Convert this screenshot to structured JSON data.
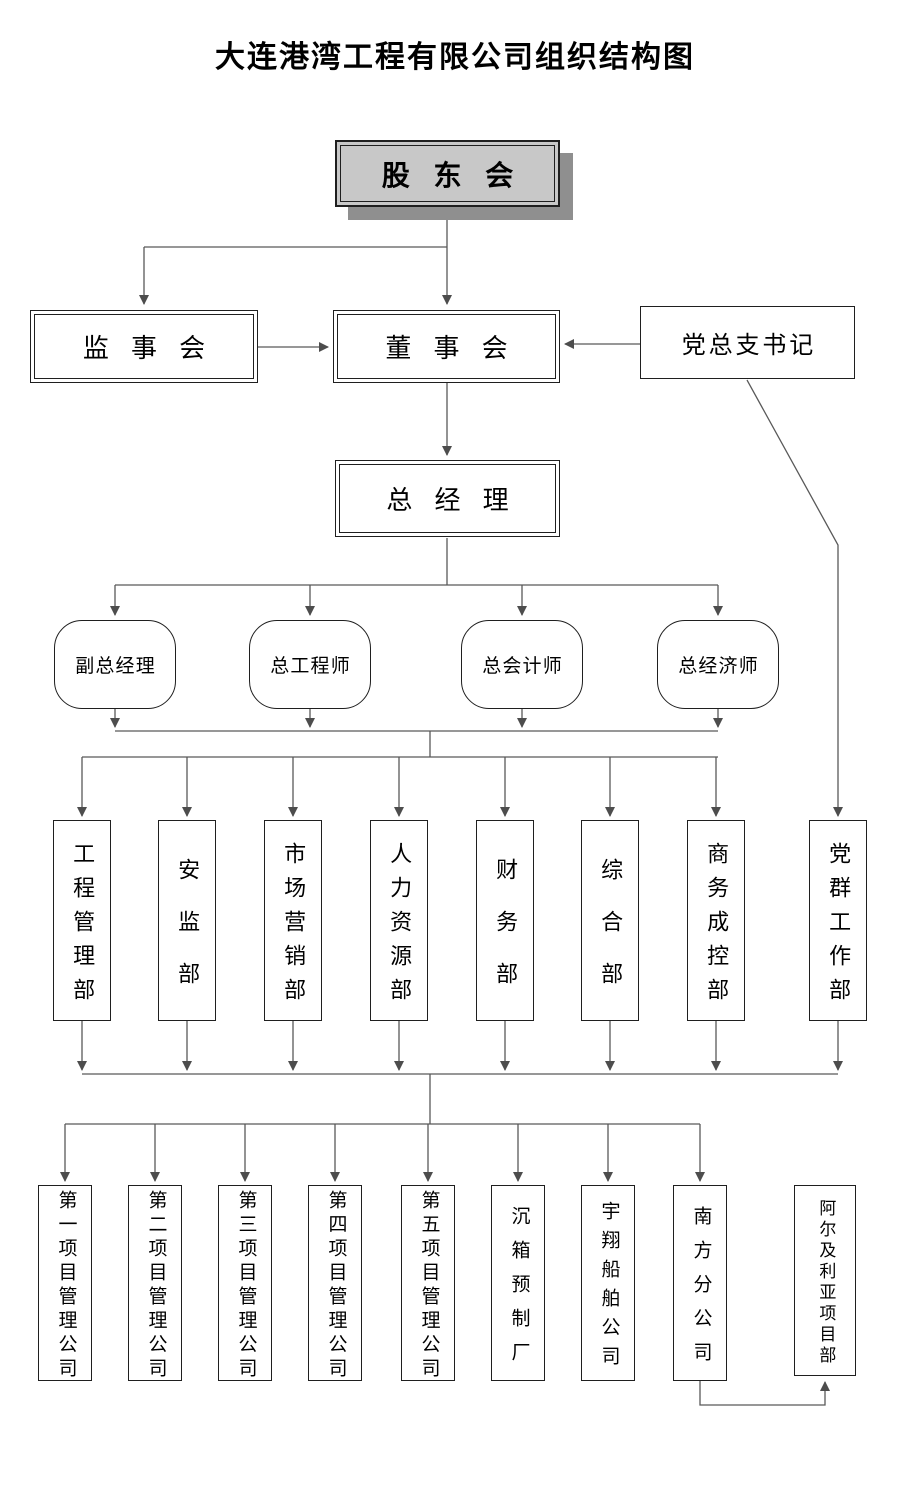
{
  "title": "大连港湾工程有限公司组织结构图",
  "nodes": {
    "shareholders": "股 东 会",
    "supervisory_board": "监 事 会",
    "board_of_directors": "董 事 会",
    "party_secretary": "党总支书记",
    "general_manager": "总 经 理",
    "deputy_general_manager": "副总经理",
    "chief_engineer": "总工程师",
    "chief_accountant": "总会计师",
    "chief_economist": "总经济师"
  },
  "departments": [
    "工程管理部",
    "安监部",
    "市场营销部",
    "人力资源部",
    "财务部",
    "综合部",
    "商务成控部",
    "党群工作部"
  ],
  "subsidiaries": [
    "第一项目管理公司",
    "第二项目管理公司",
    "第三项目管理公司",
    "第四项目管理公司",
    "第五项目管理公司",
    "沉箱预制厂",
    "宇翔船舶公司",
    "南方分公司",
    "阿尔及利亚项目部"
  ],
  "colors": {
    "line": "#595959",
    "border": "#1f1f1f",
    "shareholders_fill": "#c8c8c8",
    "shareholders_shadow": "#8f8f8f"
  }
}
